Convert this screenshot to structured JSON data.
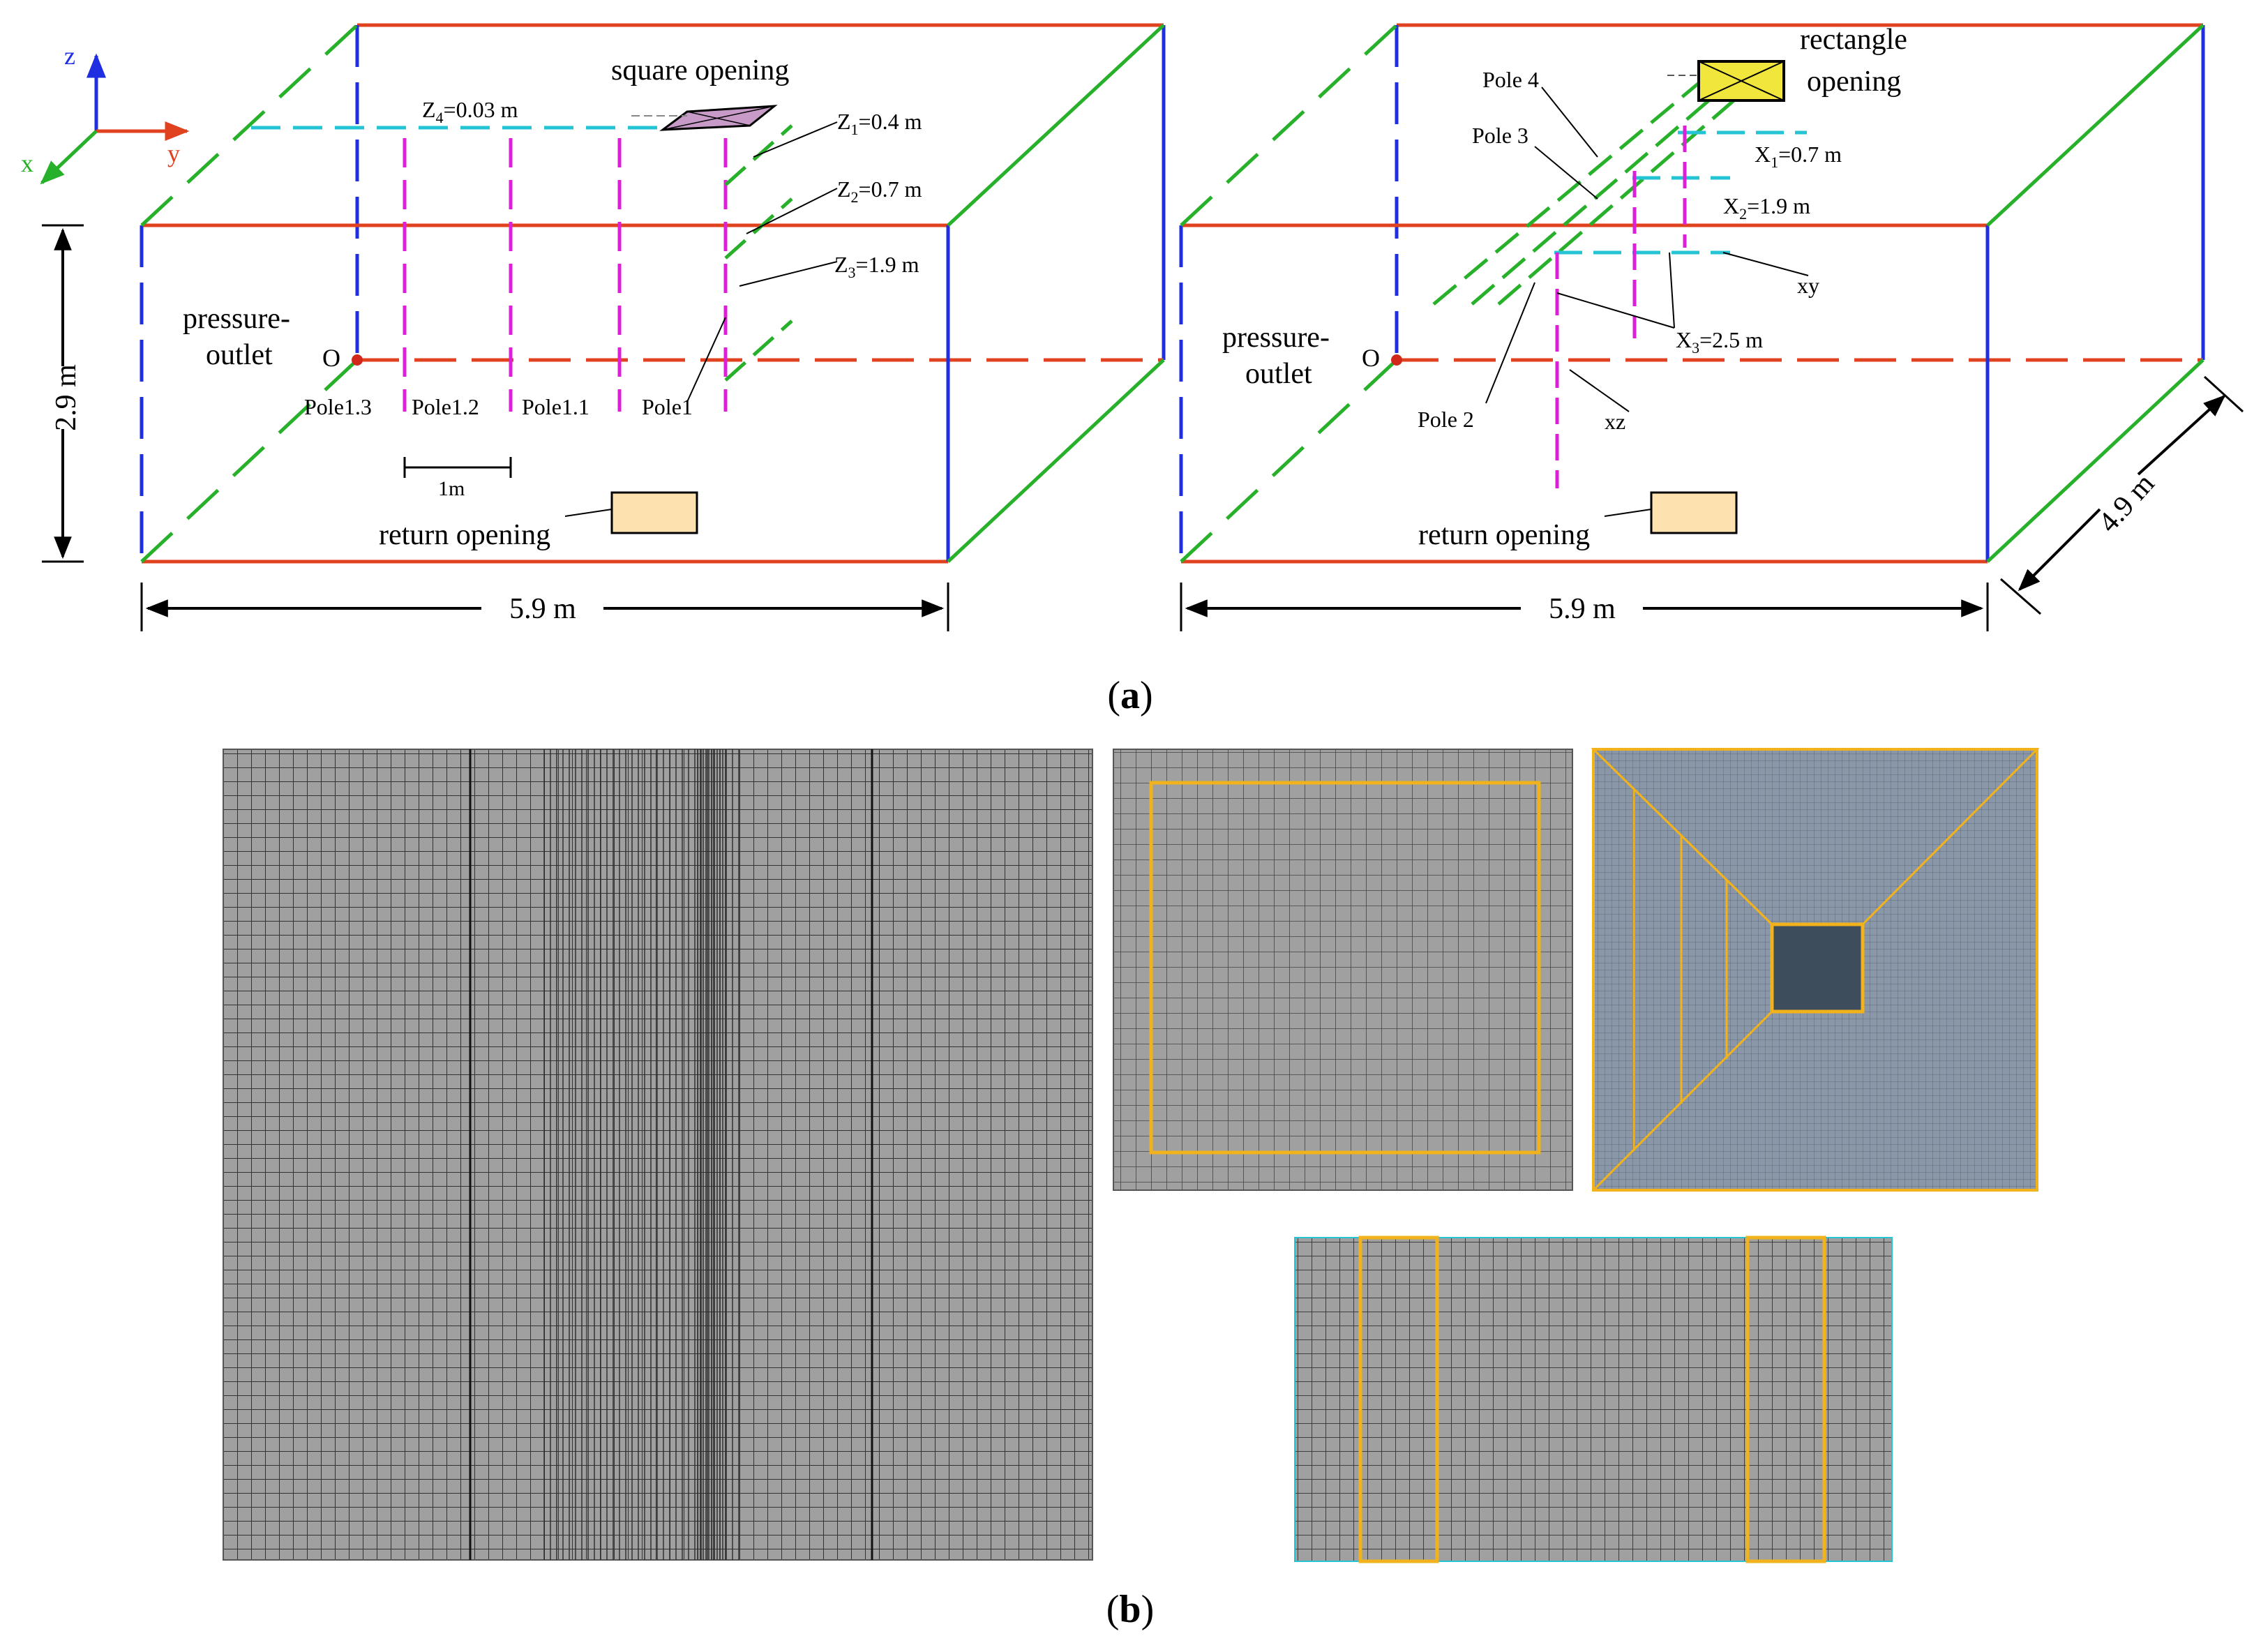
{
  "panel_a": {
    "caption_open": "(",
    "caption_letter": "a",
    "caption_close": ")",
    "left": {
      "axis_x": "x",
      "axis_y": "y",
      "axis_z": "z",
      "pressure_outlet_1": "pressure-",
      "pressure_outlet_2": "outlet",
      "origin": "O",
      "z4_pre": "Z",
      "z4_sub": "4",
      "z4_post": "=0.03 m",
      "square_opening": "square opening",
      "z1_pre": "Z",
      "z1_sub": "1",
      "z1_post": "=0.4 m",
      "z2_pre": "Z",
      "z2_sub": "2",
      "z2_post": "=0.7 m",
      "z3_pre": "Z",
      "z3_sub": "3",
      "z3_post": "=1.9 m",
      "poles": [
        "Pole1.3",
        "Pole1.2",
        "Pole1.1",
        "Pole1"
      ],
      "spacing": "1m",
      "return_opening": "return opening",
      "height_dim": "2.9 m",
      "width_dim": "5.9 m"
    },
    "right": {
      "pressure_outlet_1": "pressure-",
      "pressure_outlet_2": "outlet",
      "origin": "O",
      "rect_opening_1": "rectangle",
      "rect_opening_2": "opening",
      "pole4": "Pole 4",
      "pole3": "Pole 3",
      "pole2": "Pole 2",
      "x1_pre": "X",
      "x1_sub": "1",
      "x1_post": "=0.7 m",
      "x2_pre": "X",
      "x2_sub": "2",
      "x2_post": "=1.9 m",
      "x3_pre": "X",
      "x3_sub": "3",
      "x3_post": "=2.5 m",
      "xy": "xy",
      "xz": "xz",
      "return_opening": "return opening",
      "width_dim": "5.9 m",
      "depth_dim": "4.9 m"
    }
  },
  "panel_b": {
    "caption_open": "(",
    "caption_letter": "b",
    "caption_close": ")"
  },
  "colors": {
    "red_edge": "#e0411f",
    "blue_edge": "#1e2ee0",
    "green_edge": "#27b02a",
    "magenta_pole": "#dd1fd8",
    "cyan_line": "#24c4d4",
    "mesh_gray": "#a0a0a0",
    "mesh_line": "#333333",
    "mesh_blue": "#8a97a8",
    "highlight": "#f2b21b",
    "opening_fill": "#fde2b0",
    "rect_fill": "#f0e63c",
    "square_fill": "#c89ac8"
  }
}
